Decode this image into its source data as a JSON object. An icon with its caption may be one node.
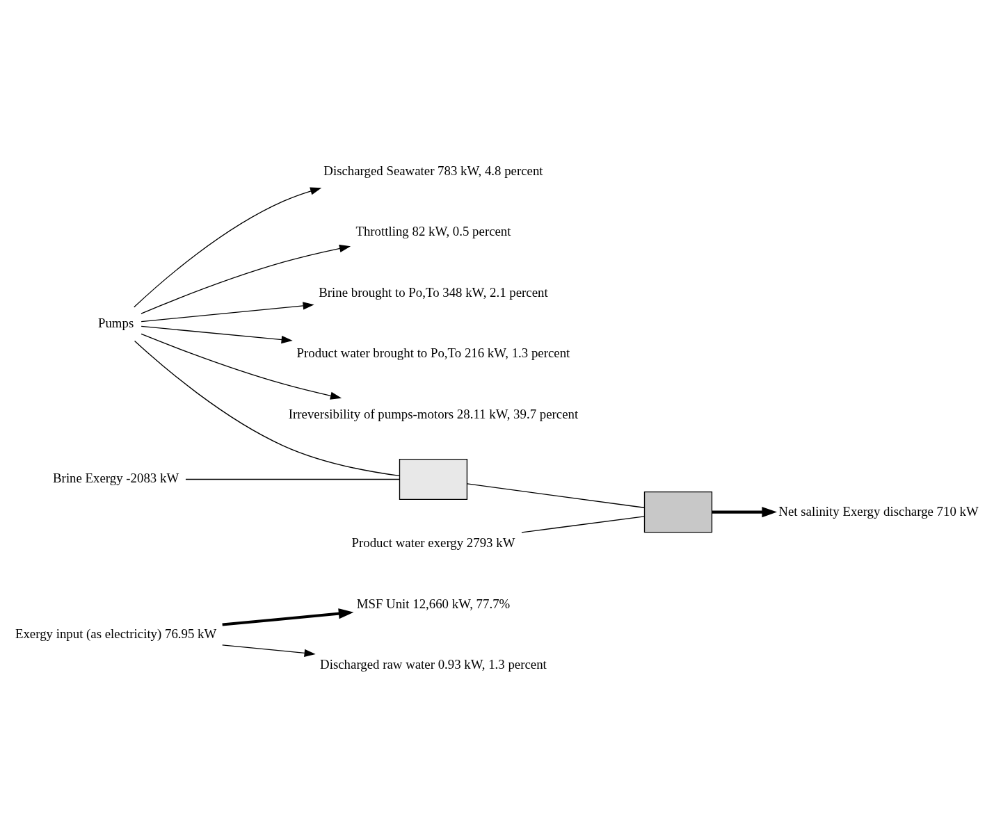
{
  "diagram": {
    "nodes": [
      {
        "text": [
          "MSF Unit 12,660 kW, 77.7%"
        ]
      },
      {
        "text": [
          "Discharged raw water 0.93 kW, 1.3 percent"
        ]
      },
      {
        "text": [
          "Exergy input (as electricity) 76.95 kW"
        ]
      },
      {
        "text": [
          "Discharged Seawater 783 kW, 4.8 percent"
        ]
      },
      {
        "text": [
          "Throttling 82 kW, 0.5 percent"
        ]
      },
      {
        "text": [
          "Brine brought to Po,To 348 kW, 2.1 percent"
        ]
      },
      {
        "text": [
          "Product water brought to Po,To 216 kW, 1.3 percent"
        ]
      },
      {
        "text": [
          "Net salinity Exergy discharge 710 kW"
        ]
      },
      {
        "text": [
          "Pumps"
        ]
      },
      {
        "text": [],
        "shape": "box"
      },
      {
        "text": [],
        "shape": "box"
      },
      {
        "text": [
          "Brine Exergy -2083 kW"
        ]
      },
      {
        "text": [
          "Product water exergy 2793 kW"
        ]
      },
      {
        "text": [
          "Irreversibility of pumps-motors 28.11 kW, 39.7 percent"
        ]
      }
    ],
    "edges": [
      {
        "from": 2,
        "to": 0,
        "arrow": "to",
        "style": "thick"
      },
      {
        "from": 2,
        "to": 1,
        "arrow": "to"
      },
      {
        "from": 8,
        "to": 3,
        "arrow": "to"
      },
      {
        "from": 8,
        "to": 4,
        "arrow": "to"
      },
      {
        "from": 8,
        "to": 5,
        "arrow": "to"
      },
      {
        "from": 8,
        "to": 6,
        "arrow": "to"
      },
      {
        "from": 8,
        "to": 9,
        "arrow": "none"
      },
      {
        "from": 9,
        "to": 10,
        "arrow": "none"
      },
      {
        "from": 10,
        "to": 7,
        "arrow": "to",
        "style": "thick"
      },
      {
        "from": 8,
        "to": 13,
        "arrow": "to"
      },
      {
        "from": 11,
        "to": 9,
        "arrow": "none"
      },
      {
        "from": 12,
        "to": 10,
        "arrow": "none"
      }
    ]
  }
}
